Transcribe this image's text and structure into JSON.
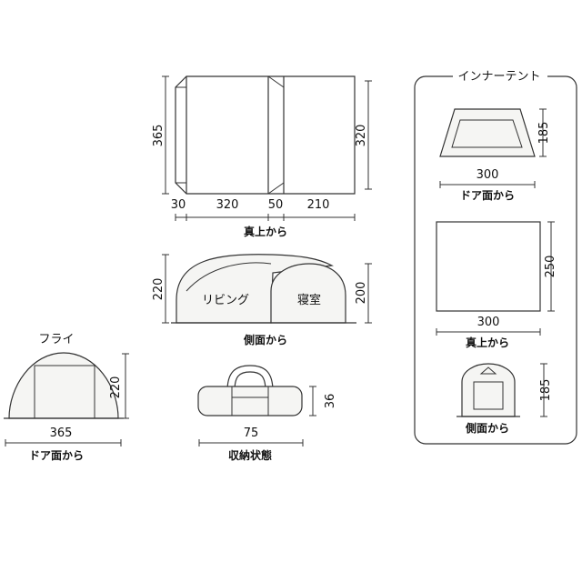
{
  "top_view": {
    "height_left": "365",
    "height_right": "320",
    "widths": [
      "30",
      "320",
      "50",
      "210"
    ],
    "caption": "真上から"
  },
  "side_view": {
    "height_left": "220",
    "height_right": "200",
    "room_living": "リビング",
    "room_bedroom": "寝室",
    "caption": "側面から"
  },
  "fly": {
    "title": "フライ",
    "height": "220",
    "width": "365",
    "caption": "ドア面から"
  },
  "storage": {
    "height": "36",
    "width": "75",
    "caption": "収納状態"
  },
  "inner_tent": {
    "title": "インナーテント",
    "door": {
      "height": "185",
      "width": "300",
      "caption": "ドア面から"
    },
    "top": {
      "height": "250",
      "width": "300",
      "caption": "真上から"
    },
    "side": {
      "height": "185",
      "caption": "側面から"
    }
  }
}
